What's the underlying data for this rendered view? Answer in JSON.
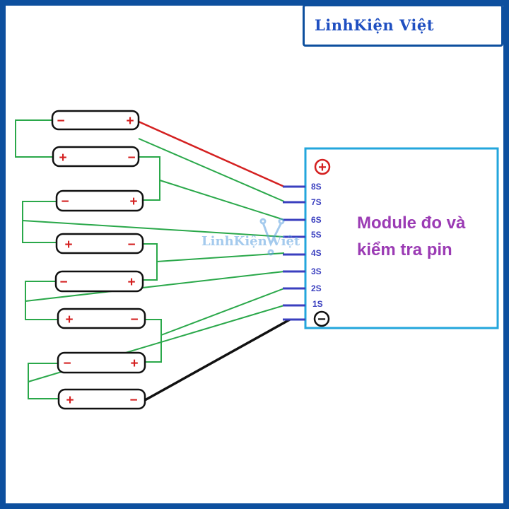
{
  "brand": {
    "logo_text": "LinhKiện Việt",
    "watermark_text": "LinhKiện Việt",
    "color": "#1f4fc1"
  },
  "module": {
    "title_line1": "Module đo và",
    "title_line2": "kiểm tra pin",
    "border_color": "#23a6dc",
    "text_color": "#9b3bb4"
  },
  "terminals": {
    "plus_symbol": "+",
    "minus_symbol": "−",
    "pins": [
      "8S",
      "7S",
      "6S",
      "5S",
      "4S",
      "3S",
      "2S",
      "1S"
    ],
    "pin_color": "#3a3fbf"
  },
  "cells": [
    {
      "left_sign": "−",
      "right_sign": "+"
    },
    {
      "left_sign": "+",
      "right_sign": "−"
    },
    {
      "left_sign": "−",
      "right_sign": "+"
    },
    {
      "left_sign": "+",
      "right_sign": "−"
    },
    {
      "left_sign": "−",
      "right_sign": "+"
    },
    {
      "left_sign": "+",
      "right_sign": "−"
    },
    {
      "left_sign": "−",
      "right_sign": "+"
    },
    {
      "left_sign": "+",
      "right_sign": "−"
    }
  ],
  "wires": {
    "positive_color": "#d42020",
    "balance_color": "#2aa84a",
    "negative_color": "#111111"
  }
}
